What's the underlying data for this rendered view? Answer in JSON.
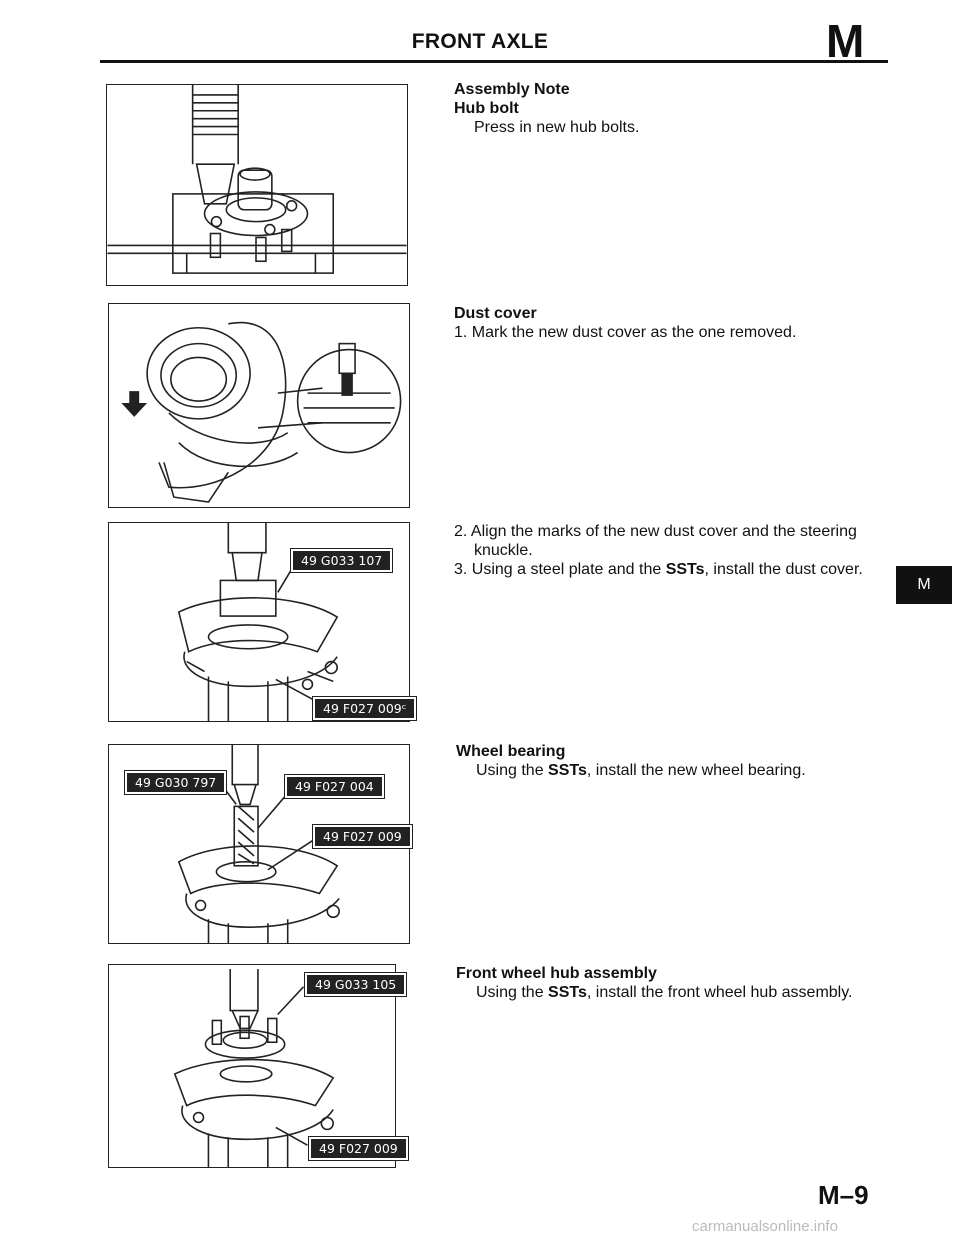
{
  "header": {
    "title": "FRONT AXLE",
    "section_letter": "M"
  },
  "sections": [
    {
      "heading": "Assembly Note",
      "subheading": "Hub bolt",
      "text": "Press in new hub bolts."
    },
    {
      "heading": "Dust cover",
      "steps": [
        "1.  Mark the new dust cover as the one removed."
      ]
    },
    {
      "steps": [
        "2.  Align the marks of the new dust cover and the steering",
        "knuckle.",
        "3.  Using a steel plate and the SSTs, install the dust cover."
      ]
    },
    {
      "heading": "Wheel bearing",
      "text_pre": "Using the ",
      "text_bold": "SSTs",
      "text_post": ", install the new wheel bearing."
    },
    {
      "heading": "Front wheel hub assembly",
      "text_pre": "Using the ",
      "text_bold": "SSTs",
      "text_post": ", install the front wheel hub assembly."
    }
  ],
  "figures": [
    {
      "labels": []
    },
    {
      "labels": []
    },
    {
      "labels": [
        "49 G033 107",
        "49 F027 009ᶜ"
      ]
    },
    {
      "labels": [
        "49 G030 797",
        "49 F027 004",
        "49 F027 009"
      ]
    },
    {
      "labels": [
        "49 G033 105",
        "49 F027 009"
      ]
    }
  ],
  "side_tab": "M",
  "footer": {
    "page_number": "M–9",
    "watermark": "carmanualsonline.info"
  }
}
